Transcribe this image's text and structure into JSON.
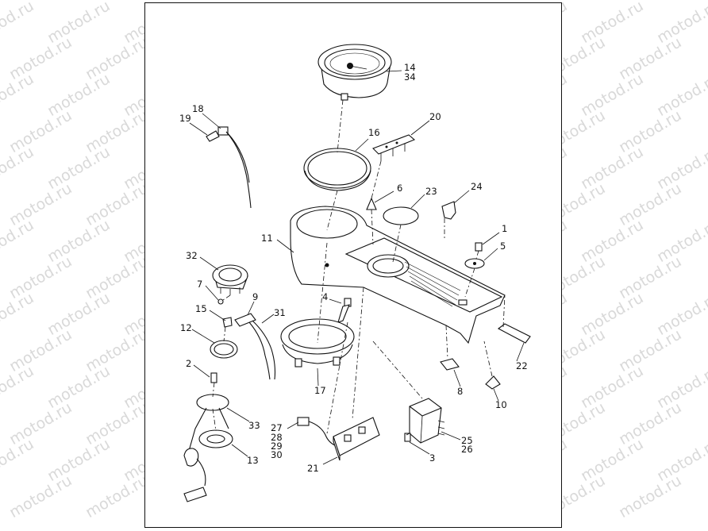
{
  "watermark": "motod.ru",
  "labels": [
    {
      "id": "l14",
      "text": "14"
    },
    {
      "id": "l34",
      "text": "34"
    },
    {
      "id": "l18",
      "text": "18"
    },
    {
      "id": "l19",
      "text": "19"
    },
    {
      "id": "l16",
      "text": "16"
    },
    {
      "id": "l20",
      "text": "20"
    },
    {
      "id": "l6",
      "text": "6"
    },
    {
      "id": "l23",
      "text": "23"
    },
    {
      "id": "l24",
      "text": "24"
    },
    {
      "id": "l1",
      "text": "1"
    },
    {
      "id": "l5",
      "text": "5"
    },
    {
      "id": "l11",
      "text": "11"
    },
    {
      "id": "l32",
      "text": "32"
    },
    {
      "id": "l7",
      "text": "7"
    },
    {
      "id": "l9",
      "text": "9"
    },
    {
      "id": "l4",
      "text": "4"
    },
    {
      "id": "l15",
      "text": "15"
    },
    {
      "id": "l31",
      "text": "31"
    },
    {
      "id": "l12",
      "text": "12"
    },
    {
      "id": "l2",
      "text": "2"
    },
    {
      "id": "l22",
      "text": "22"
    },
    {
      "id": "l8",
      "text": "8"
    },
    {
      "id": "l17",
      "text": "17"
    },
    {
      "id": "l10",
      "text": "10"
    },
    {
      "id": "l33",
      "text": "33"
    },
    {
      "id": "l27",
      "text": "27"
    },
    {
      "id": "l28",
      "text": "28"
    },
    {
      "id": "l29",
      "text": "29"
    },
    {
      "id": "l30",
      "text": "30"
    },
    {
      "id": "l25",
      "text": "25"
    },
    {
      "id": "l26",
      "text": "26"
    },
    {
      "id": "l13",
      "text": "13"
    },
    {
      "id": "l3",
      "text": "3"
    },
    {
      "id": "l21",
      "text": "21"
    }
  ]
}
